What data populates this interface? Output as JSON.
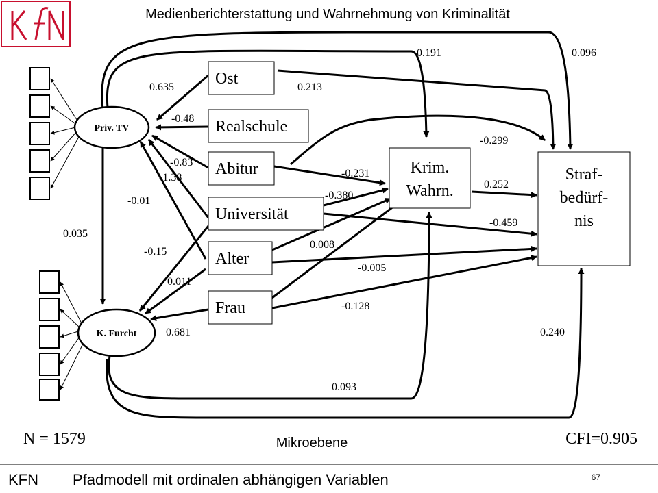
{
  "header": {
    "title": "Medienberichterstattung und Wahrnehmung von Kriminalität",
    "logo_text": "KfN"
  },
  "nodes": {
    "priv_tv": "Priv. TV",
    "k_furcht": "K. Furcht",
    "ost": "Ost",
    "realschule": "Realschule",
    "abitur": "Abitur",
    "universitaet": "Universität",
    "alter": "Alter",
    "frau": "Frau",
    "krim": [
      "Krim.",
      "Wahrn."
    ],
    "straf": [
      "Straf-",
      "bedürf-",
      "nis"
    ]
  },
  "coefficients": {
    "privtv_krim": "0.191",
    "privtv_straf": "0.096",
    "ost_privtv": "0.635",
    "ost_straf": "0.213",
    "real_privtv": "-0.48",
    "abitur_straf": "-0.299",
    "abitur_privtv": "-0.83",
    "alter_privtv": "-1.38",
    "abitur_krim": "-0.231",
    "krim_straf": "0.252",
    "uni_krim": "-0.380",
    "uni_privtv": "-0.01",
    "uni_straf": "-0.459",
    "privtv_kfurcht": "0.035",
    "alter_krim": "0.008",
    "uni_kfurcht": "-0.15",
    "alter_straf": "-0.005",
    "alter_kfurcht": "0.011",
    "frau_straf": "-0.128",
    "frau_kfurcht": "0.681",
    "kfurcht_straf": "0.240",
    "kfurcht_krim": "0.093"
  },
  "footer": {
    "n": "N = 1579",
    "level": "Mikroebene",
    "cfi": "CFI=0.905",
    "org": "KFN",
    "subtitle": "Pfadmodell mit ordinalen abhängigen Variablen",
    "page": "67"
  }
}
